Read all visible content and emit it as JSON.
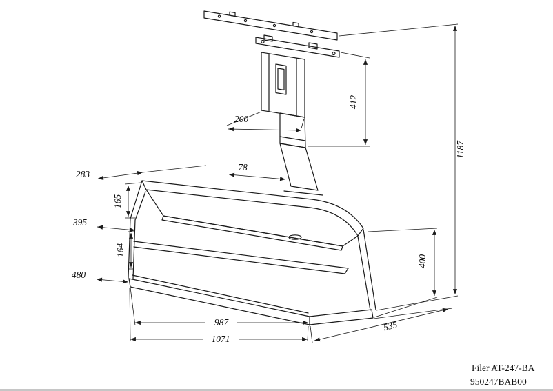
{
  "drawing": {
    "dimensions": {
      "mount_height": "412",
      "mount_width": "200",
      "total_height": "1187",
      "column_offset": "78",
      "top_shelf_depth": "283",
      "upper_gap": "165",
      "middle_shelf_depth": "395",
      "lower_gap": "164",
      "bottom_shelf_depth": "480",
      "cabinet_height": "400",
      "inner_width": "987",
      "overall_width": "1071",
      "overall_depth": "535"
    },
    "title_block": {
      "model": "Filer AT-247-BA",
      "part_number": "950247BAB00"
    },
    "colors": {
      "line": "#1a1a1a",
      "background": "#ffffff"
    }
  }
}
